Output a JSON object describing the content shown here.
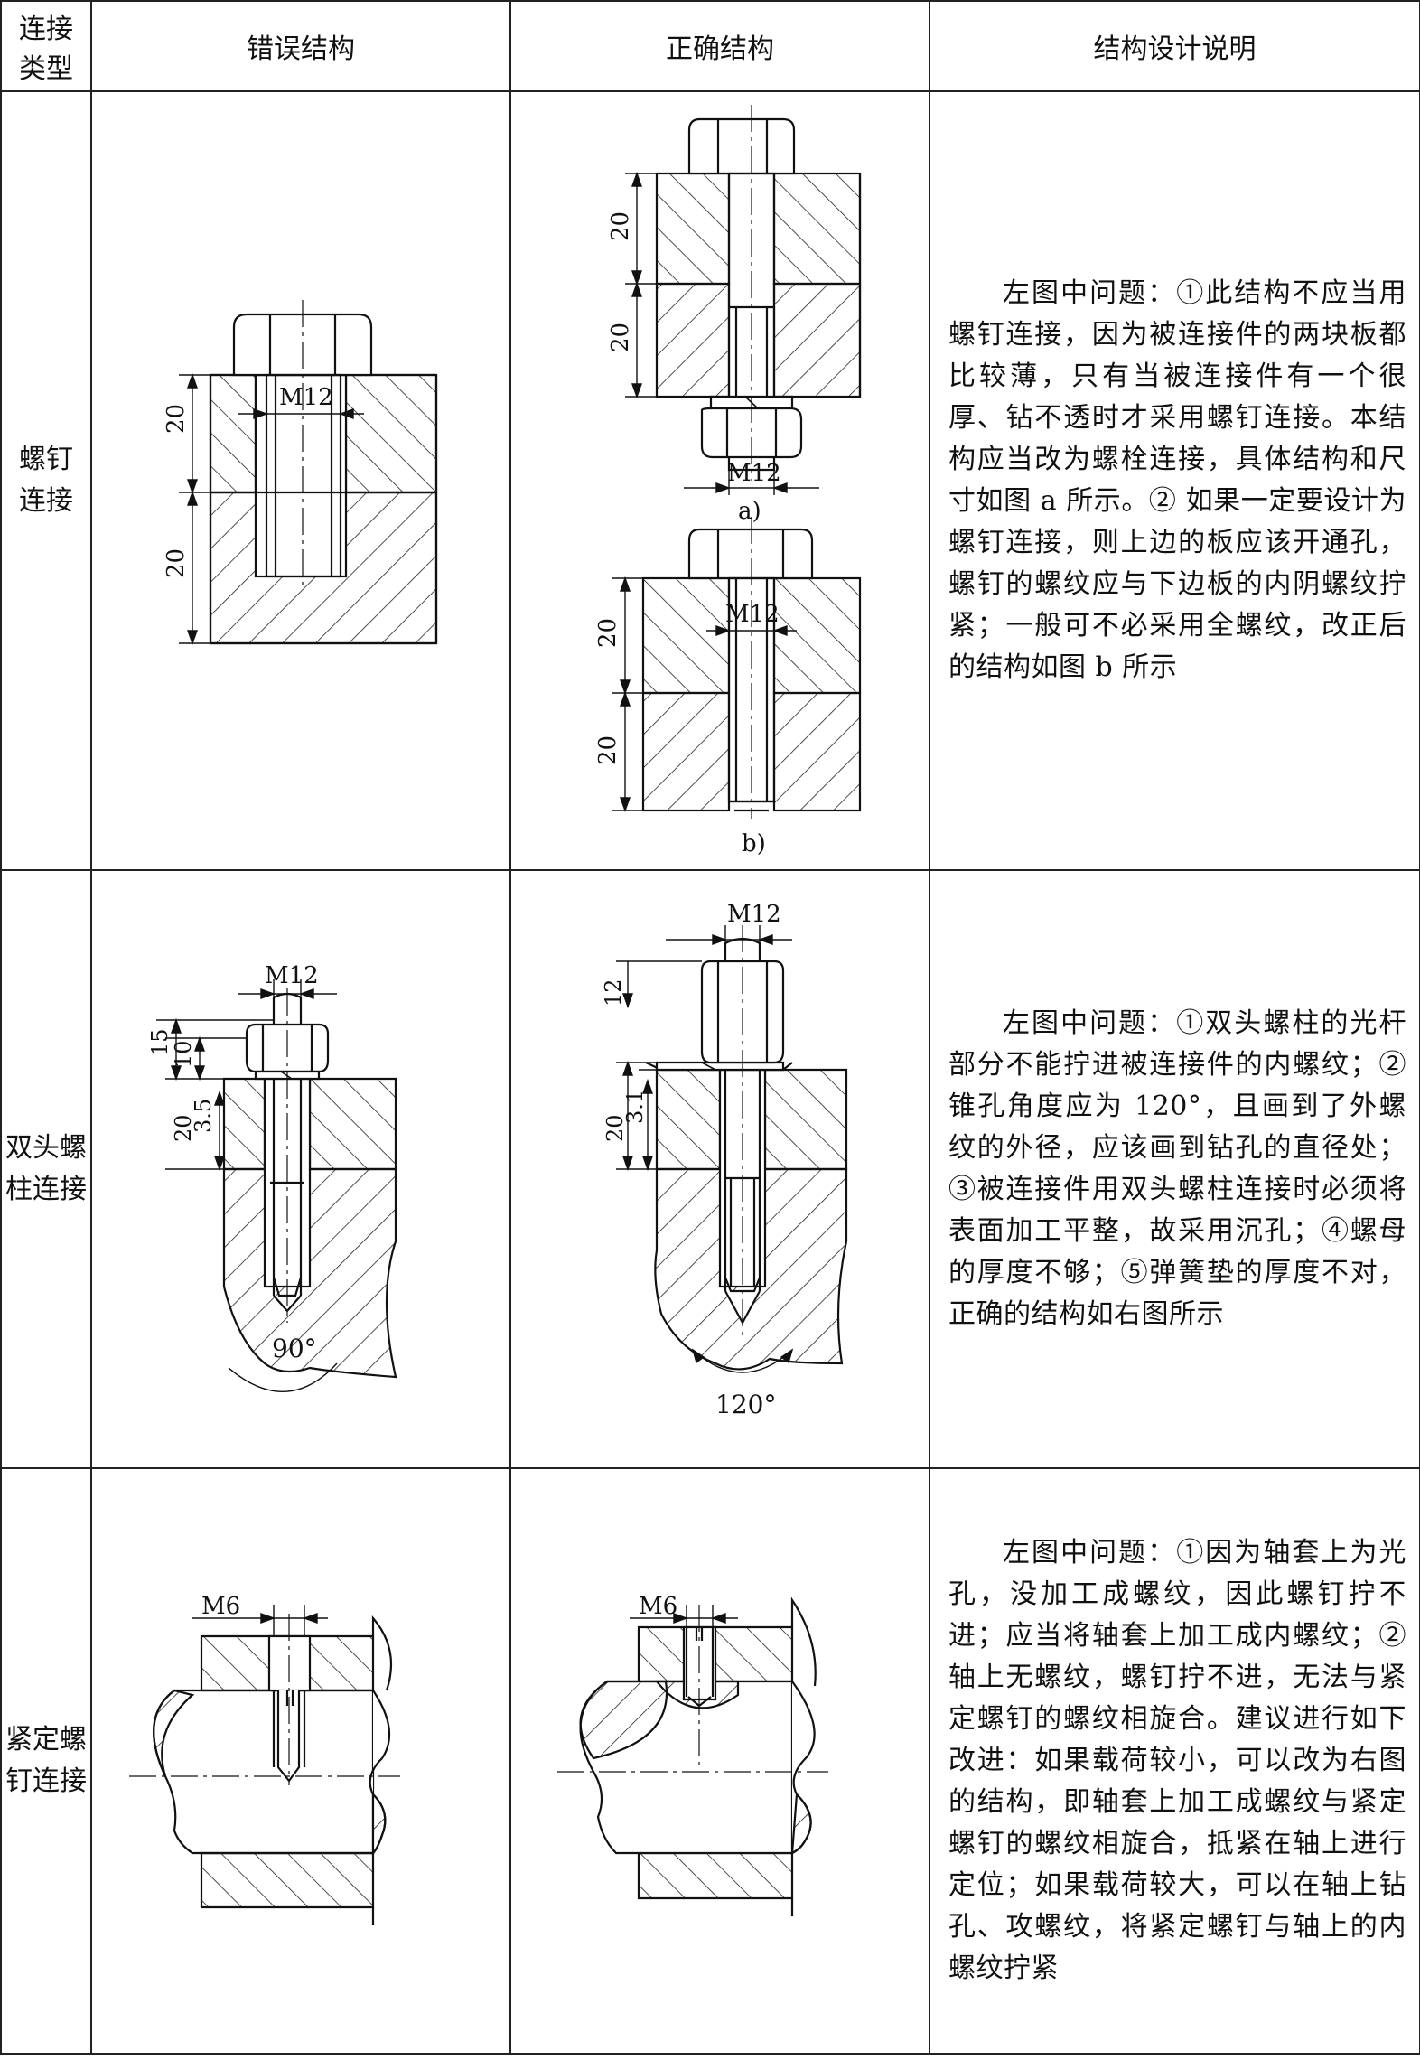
{
  "header": {
    "type": [
      "连接",
      "类型"
    ],
    "wrong": "错误结构",
    "right": "正确结构",
    "desc": "结构设计说明"
  },
  "rows": [
    {
      "type": [
        "螺钉",
        "连接"
      ],
      "wrong_dims": {
        "d1": "20",
        "d2": "20",
        "thread": "M12"
      },
      "right_a_dims": {
        "d1": "20",
        "d2": "20",
        "thread": "M12",
        "caption": "a)"
      },
      "right_b_dims": {
        "d1": "20",
        "d2": "20",
        "thread": "M12",
        "caption": "b)"
      },
      "desc": "左图中问题：①此结构不应当用螺钉连接，因为被连接件的两块板都比较薄，只有当被连接件有一个很厚、钻不透时才采用螺钉连接。本结构应当改为螺栓连接，具体结构和尺寸如图 a 所示。② 如果一定要设计为螺钉连接，则上边的板应该开通孔，螺钉的螺纹应与下边板的内阴螺纹拧紧；一般可不必采用全螺纹，改正后的结构如图 b 所示"
    },
    {
      "type": [
        "双头螺",
        "柱连接"
      ],
      "wrong_dims": {
        "thread": "M12",
        "d15": "15",
        "d10": "10",
        "d35": "3.5",
        "d20": "20",
        "angle": "90°"
      },
      "right_dims": {
        "thread": "M12",
        "d12": "12",
        "d31": "3.1",
        "d20": "20",
        "angle": "120°"
      },
      "desc": "左图中问题：①双头螺柱的光杆部分不能拧进被连接件的内螺纹；② 锥孔角度应为 120°，且画到了外螺纹的外径，应该画到钻孔的直径处；③被连接件用双头螺柱连接时必须将表面加工平整，故采用沉孔；④螺母的厚度不够；⑤弹簧垫的厚度不对，正确的结构如右图所示"
    },
    {
      "type": [
        "紧定螺",
        "钉连接"
      ],
      "wrong_dims": {
        "thread": "M6"
      },
      "right_dims": {
        "thread": "M6"
      },
      "desc": "左图中问题：①因为轴套上为光孔，没加工成螺纹，因此螺钉拧不进；应当将轴套上加工成内螺纹；②轴上无螺纹，螺钉拧不进，无法与紧定螺钉的螺纹相旋合。建议进行如下改进：如果载荷较小，可以改为右图的结构，即轴套上加工成螺纹与紧定螺钉的螺纹相旋合，抵紧在轴上进行定位；如果载荷较大，可以在轴上钻孔、攻螺纹，将紧定螺钉与轴上的内螺纹拧紧"
    }
  ]
}
